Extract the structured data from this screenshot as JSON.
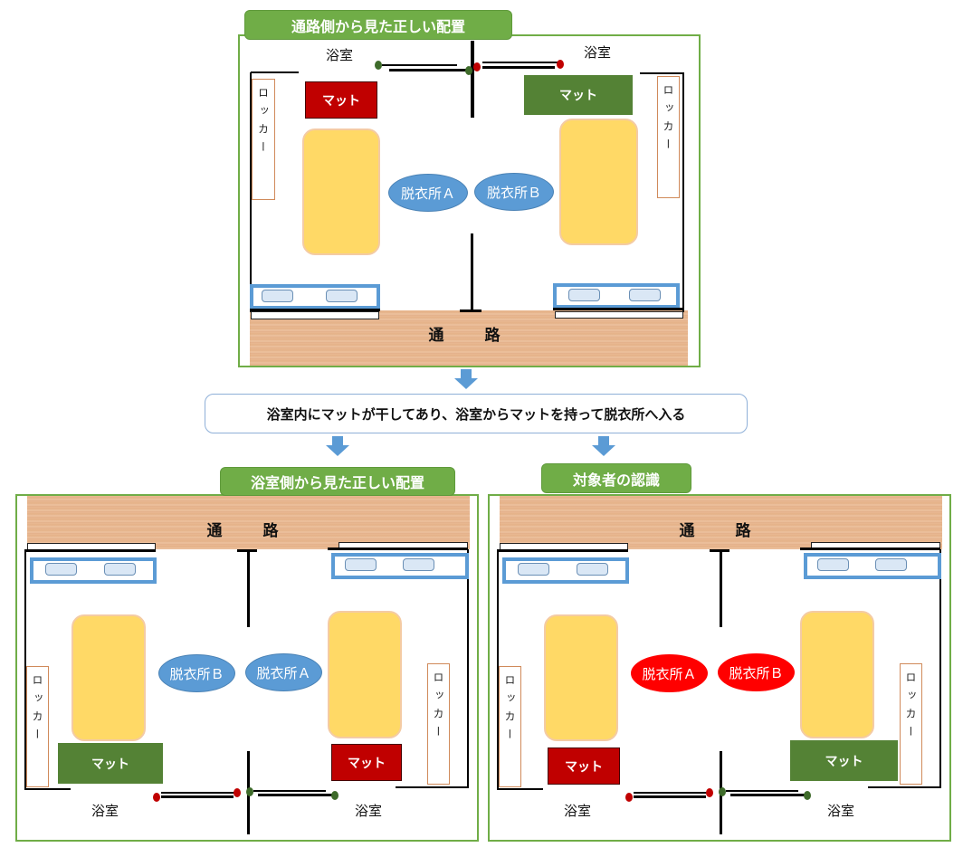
{
  "panels": [
    {
      "title": "通路側から見た正しい配置",
      "bathroom_left": "浴室",
      "bathroom_right": "浴室",
      "corridor": "通　路",
      "locker_left": "ロッカー",
      "locker_right": "ロッカー",
      "mat_left": "マット",
      "mat_right": "マット",
      "room_left": "脱衣所Ａ",
      "room_right": "脱衣所Ｂ"
    },
    {
      "title": "浴室側から見た正しい配置",
      "bathroom_left": "浴室",
      "bathroom_right": "浴室",
      "corridor": "通　路",
      "locker_left": "ロッカー",
      "locker_right": "ロッカー",
      "mat_left": "マット",
      "mat_right": "マット",
      "room_left": "脱衣所Ｂ",
      "room_right": "脱衣所Ａ"
    },
    {
      "title": "対象者の認識",
      "bathroom_left": "浴室",
      "bathroom_right": "浴室",
      "corridor": "通　路",
      "locker_left": "ロッカー",
      "locker_right": "ロッカー",
      "mat_left": "マット",
      "mat_right": "マット",
      "room_left": "脱衣所Ａ",
      "room_right": "脱衣所Ｂ"
    }
  ],
  "message": "浴室内にマットが干してあり、浴室からマットを持って脱衣所へ入る",
  "colors": {
    "green": "#70ad47",
    "blue": "#5b9bd5",
    "red_mat": "#c00000",
    "green_mat": "#548235",
    "bed": "#ffd966",
    "misperception": "#ff0000"
  }
}
